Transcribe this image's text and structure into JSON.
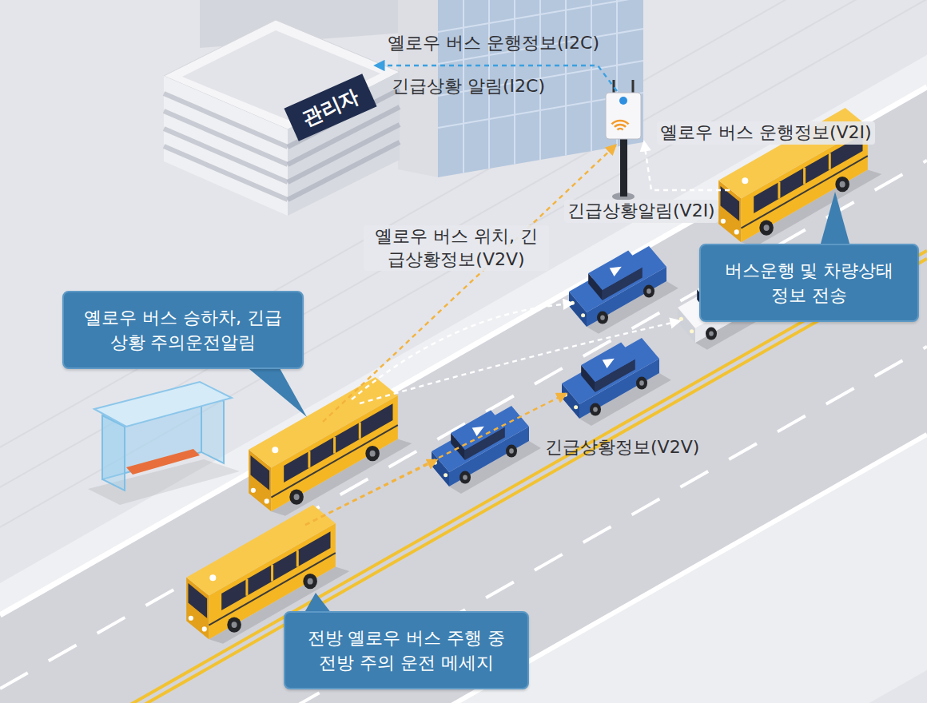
{
  "diagram": {
    "nodes": [
      {
        "text": [
          "관리자"
        ]
      },
      {
        "text": [
          "버스운행 및 차량상태 정보 전송"
        ]
      },
      {
        "text": [
          "옐로우 버스 승하차, 긴급상황 주의운전알림"
        ]
      },
      {
        "text": [
          "전방 옐로우 버스 주행 중 전방 주의 운전 메세지"
        ]
      }
    ],
    "labels": [
      "옐로우 버스 운행정보(I2C)",
      "긴급상황 알림(I2C)",
      "옐로우 버스 운행정보(V2I)",
      "긴급상황알림(V2I)",
      "옐로우 버스 위치, 긴급상황정보(V2V)",
      "긴급상황정보(V2V)"
    ]
  }
}
